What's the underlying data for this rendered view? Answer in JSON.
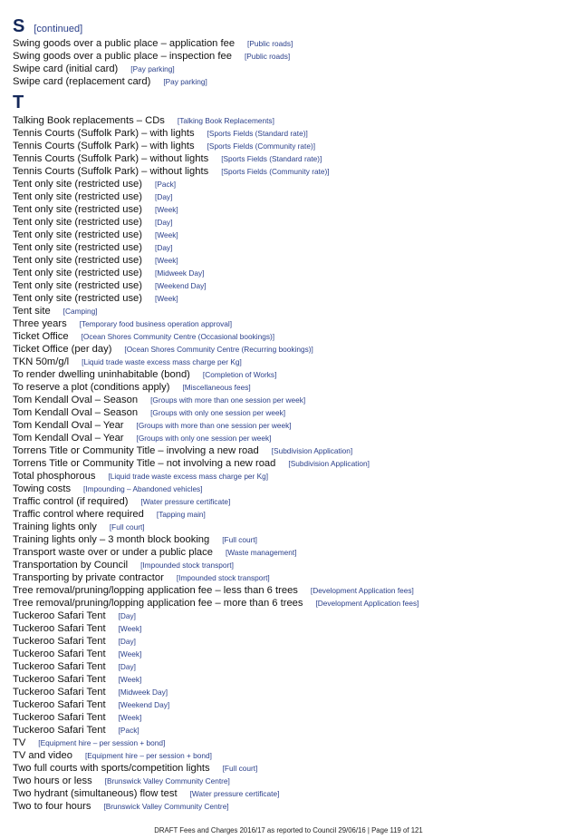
{
  "sections": [
    {
      "letter": "S",
      "continued": "[continued]",
      "entries": [
        {
          "label": "Swing goods over a public place – application fee",
          "category": "[Public roads]"
        },
        {
          "label": "Swing goods over a public place – inspection fee",
          "category": "[Public roads]"
        },
        {
          "label": "Swipe card (initial card)",
          "category": "[Pay parking]"
        },
        {
          "label": "Swipe card (replacement card)",
          "category": "[Pay parking]"
        }
      ]
    },
    {
      "letter": "T",
      "continued": "",
      "entries": [
        {
          "label": "Talking Book replacements – CDs",
          "category": "[Talking Book Replacements]"
        },
        {
          "label": "Tennis Courts (Suffolk Park) – with lights",
          "category": "[Sports Fields (Standard rate)]"
        },
        {
          "label": "Tennis Courts (Suffolk Park) – with lights",
          "category": "[Sports Fields (Community rate)]"
        },
        {
          "label": "Tennis Courts (Suffolk Park) – without lights",
          "category": "[Sports Fields (Standard rate)]"
        },
        {
          "label": "Tennis Courts (Suffolk Park) – without lights",
          "category": "[Sports Fields (Community rate)]"
        },
        {
          "label": "Tent only site (restricted use)",
          "category": "[Pack]"
        },
        {
          "label": "Tent only site (restricted use)",
          "category": "[Day]"
        },
        {
          "label": "Tent only site (restricted use)",
          "category": "[Week]"
        },
        {
          "label": "Tent only site (restricted use)",
          "category": "[Day]"
        },
        {
          "label": "Tent only site (restricted use)",
          "category": "[Week]"
        },
        {
          "label": "Tent only site (restricted use)",
          "category": "[Day]"
        },
        {
          "label": "Tent only site (restricted use)",
          "category": "[Week]"
        },
        {
          "label": "Tent only site (restricted use)",
          "category": "[Midweek Day]"
        },
        {
          "label": "Tent only site (restricted use)",
          "category": "[Weekend Day]"
        },
        {
          "label": "Tent only site (restricted use)",
          "category": "[Week]"
        },
        {
          "label": "Tent site",
          "category": "[Camping]"
        },
        {
          "label": "Three years",
          "category": "[Temporary food business operation approval]"
        },
        {
          "label": "Ticket Office",
          "category": "[Ocean Shores Community Centre (Occasional bookings)]"
        },
        {
          "label": "Ticket Office (per day)",
          "category": "[Ocean Shores Community Centre (Recurring bookings)]"
        },
        {
          "label": "TKN 50m/g/l",
          "category": "[Liquid trade waste excess mass charge per Kg]"
        },
        {
          "label": "To render dwelling uninhabitable (bond)",
          "category": "[Completion of Works]"
        },
        {
          "label": "To reserve a plot (conditions apply)",
          "category": "[Miscellaneous fees]"
        },
        {
          "label": "Tom Kendall Oval – Season",
          "category": "[Groups with more than one session per week]"
        },
        {
          "label": "Tom Kendall Oval – Season",
          "category": "[Groups with only one session per week]"
        },
        {
          "label": "Tom Kendall Oval – Year",
          "category": "[Groups with more than one session per week]"
        },
        {
          "label": "Tom Kendall Oval – Year",
          "category": "[Groups with only one session per week]"
        },
        {
          "label": "Torrens Title or Community Title – involving a new road",
          "category": "[Subdivision Application]"
        },
        {
          "label": "Torrens Title or Community Title – not involving a new road",
          "category": "[Subdivision Application]"
        },
        {
          "label": "Total phosphorous",
          "category": "[Liquid trade waste excess mass charge per Kg]"
        },
        {
          "label": "Towing costs",
          "category": "[Impounding – Abandoned vehicles]"
        },
        {
          "label": "Traffic control (if required)",
          "category": "[Water pressure certificate]"
        },
        {
          "label": "Traffic control where required",
          "category": "[Tapping main]"
        },
        {
          "label": "Training lights only",
          "category": "[Full court]"
        },
        {
          "label": "Training lights only – 3 month block booking",
          "category": "[Full court]"
        },
        {
          "label": "Transport waste over or under a public place",
          "category": "[Waste management]"
        },
        {
          "label": "Transportation by Council",
          "category": "[Impounded stock transport]"
        },
        {
          "label": "Transporting by private contractor",
          "category": "[Impounded stock transport]"
        },
        {
          "label": "Tree removal/pruning/lopping application fee – less than 6 trees",
          "category": "[Development Application fees]"
        },
        {
          "label": "Tree removal/pruning/lopping application fee – more than 6 trees",
          "category": "[Development Application fees]"
        },
        {
          "label": "Tuckeroo Safari Tent",
          "category": "[Day]"
        },
        {
          "label": "Tuckeroo Safari Tent",
          "category": "[Week]"
        },
        {
          "label": "Tuckeroo Safari Tent",
          "category": "[Day]"
        },
        {
          "label": "Tuckeroo Safari Tent",
          "category": "[Week]"
        },
        {
          "label": "Tuckeroo Safari Tent",
          "category": "[Day]"
        },
        {
          "label": "Tuckeroo Safari Tent",
          "category": "[Week]"
        },
        {
          "label": "Tuckeroo Safari Tent",
          "category": "[Midweek Day]"
        },
        {
          "label": "Tuckeroo Safari Tent",
          "category": "[Weekend Day]"
        },
        {
          "label": "Tuckeroo Safari Tent",
          "category": "[Week]"
        },
        {
          "label": "Tuckeroo Safari Tent",
          "category": "[Pack]"
        },
        {
          "label": "TV",
          "category": "[Equipment hire – per session + bond]"
        },
        {
          "label": "TV and video",
          "category": "[Equipment hire – per session + bond]"
        },
        {
          "label": "Two full courts with sports/competition lights",
          "category": "[Full court]"
        },
        {
          "label": "Two hours or less",
          "category": "[Brunswick Valley Community Centre]"
        },
        {
          "label": "Two hydrant (simultaneous) flow test",
          "category": "[Water pressure certificate]"
        },
        {
          "label": "Two to four hours",
          "category": "[Brunswick Valley Community Centre]"
        }
      ]
    }
  ],
  "footer": "DRAFT Fees and Charges 2016/17 as reported to Council 29/06/16 | Page 119 of 121"
}
